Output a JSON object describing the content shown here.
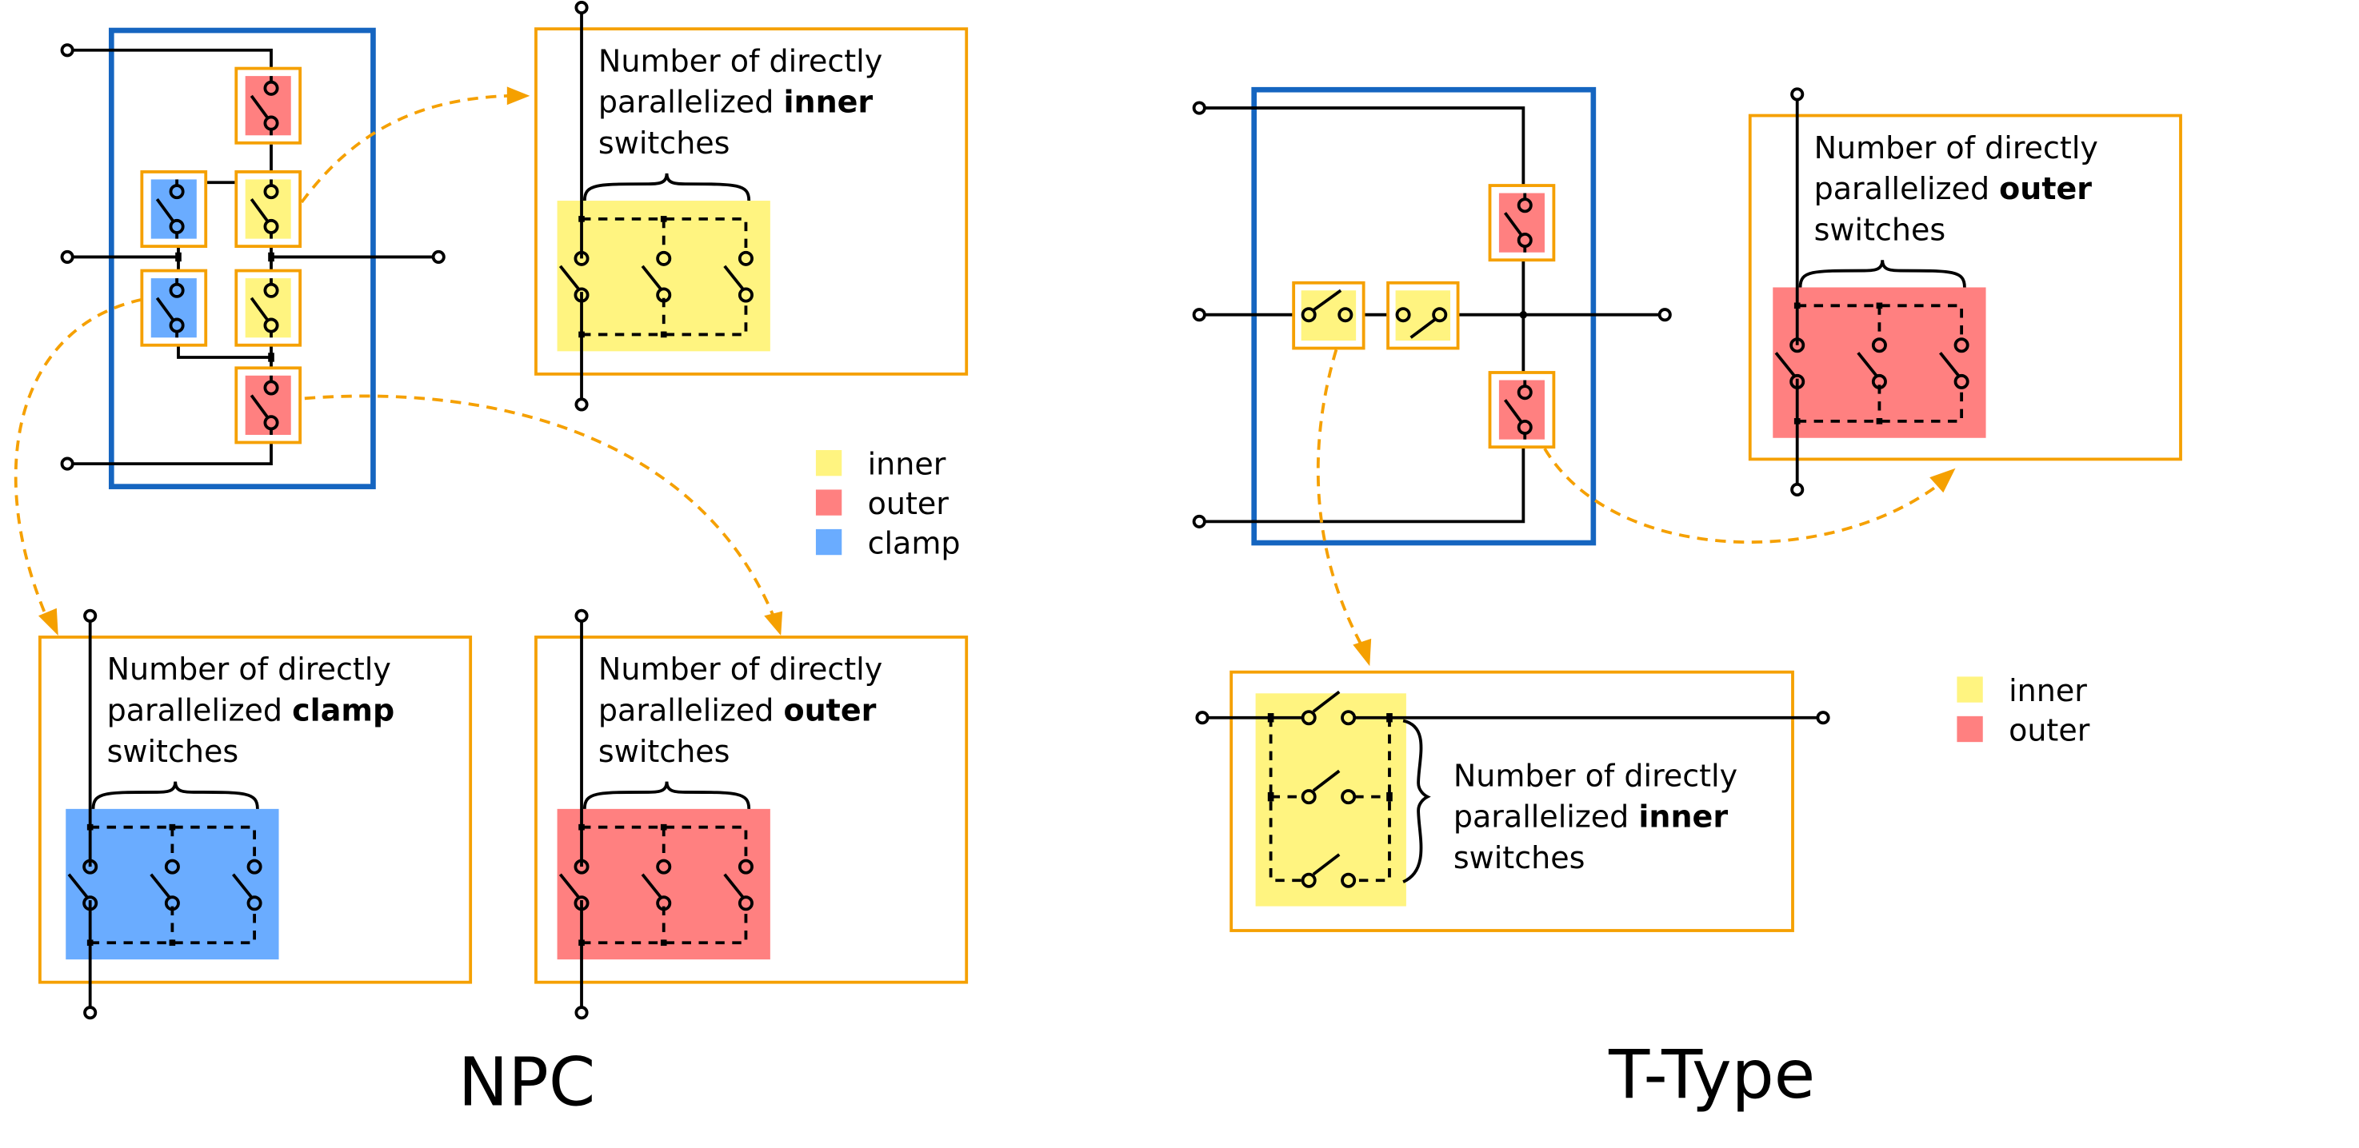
{
  "colors": {
    "inner": "#FFF480",
    "outer": "#FF8080",
    "clamp": "#6AACFF",
    "module_border": "#1565C0",
    "highlight_border": "#F5A000"
  },
  "npc": {
    "title": "NPC",
    "legend": [
      {
        "key": "inner",
        "label": "inner"
      },
      {
        "key": "outer",
        "label": "outer"
      },
      {
        "key": "clamp",
        "label": "clamp"
      }
    ],
    "callouts": {
      "inner": {
        "line1": "Number of directly",
        "line2_prefix": "parallelized ",
        "line2_bold": "inner",
        "line3": "switches",
        "parallel_count": 3
      },
      "clamp": {
        "line1": "Number of directly",
        "line2_prefix": "parallelized ",
        "line2_bold": "clamp",
        "line3": "switches",
        "parallel_count": 3
      },
      "outer": {
        "line1": "Number of directly",
        "line2_prefix": "parallelized ",
        "line2_bold": "outer",
        "line3": "switches",
        "parallel_count": 3
      }
    },
    "switches": [
      {
        "role": "outer",
        "position": "top"
      },
      {
        "role": "clamp",
        "position": "upper-left"
      },
      {
        "role": "inner",
        "position": "upper-right"
      },
      {
        "role": "clamp",
        "position": "lower-left"
      },
      {
        "role": "inner",
        "position": "lower-right"
      },
      {
        "role": "outer",
        "position": "bottom"
      }
    ]
  },
  "ttype": {
    "title": "T-Type",
    "legend": [
      {
        "key": "inner",
        "label": "inner"
      },
      {
        "key": "outer",
        "label": "outer"
      }
    ],
    "callouts": {
      "outer": {
        "line1": "Number of directly",
        "line2_prefix": "parallelized ",
        "line2_bold": "outer",
        "line3": "switches",
        "parallel_count": 3
      },
      "inner": {
        "line1": "Number of directly",
        "line2_prefix": "parallelized ",
        "line2_bold": "inner",
        "line3": "switches",
        "parallel_count": 3
      }
    },
    "switches": [
      {
        "role": "outer",
        "position": "top"
      },
      {
        "role": "inner",
        "position": "middle-left"
      },
      {
        "role": "inner",
        "position": "middle-right"
      },
      {
        "role": "outer",
        "position": "bottom"
      }
    ]
  }
}
